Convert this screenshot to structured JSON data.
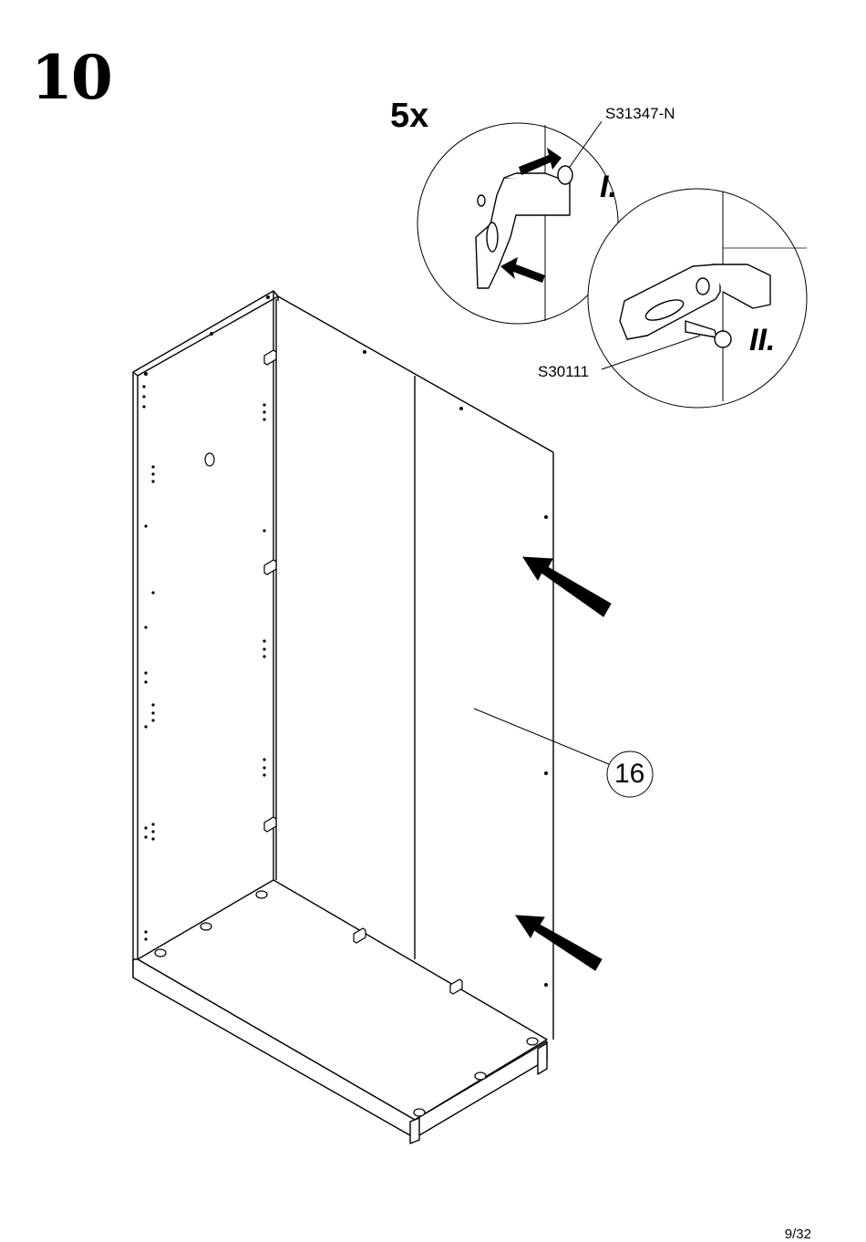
{
  "step": {
    "number": "10",
    "quantity": "5x"
  },
  "parts": {
    "cam_fitting": "S31347-N",
    "screw": "S30111",
    "panel_callout": "16"
  },
  "detail_steps": {
    "first": "I.",
    "second": "II."
  },
  "footer": {
    "page": "9/32"
  }
}
